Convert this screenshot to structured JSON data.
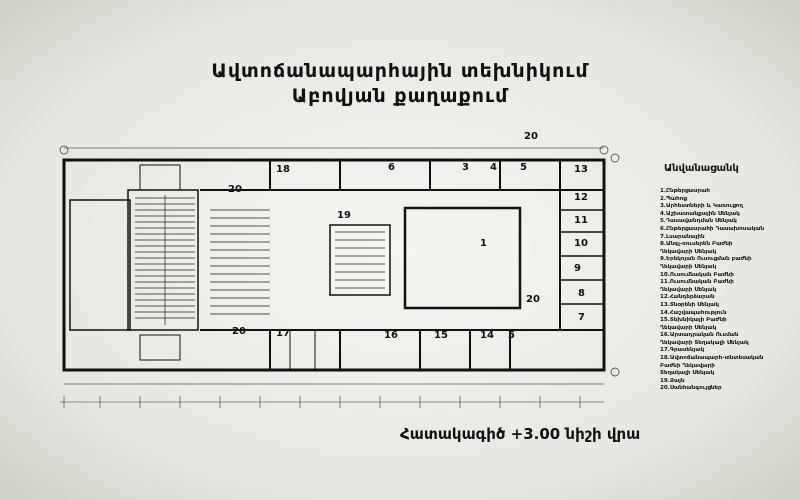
{
  "title_line1": "Ավտոճանապարհային տեխնիկում",
  "title_line2": "Աբովյան քաղաքում",
  "caption": "Հատակագիծ +3.00 նիշի վրա",
  "legend": {
    "title": "Անվանացանկ",
    "items": [
      "1.Ընթերցասրահ",
      "2.Պահոց",
      "3.Արհեստների և Կառուցող",
      "4.Աշխատանքային Սենյակ",
      "5.Դասավանդման Սենյակ",
      "6.Ընթերցասրահի Դասախոսական",
      "7.Լսարանային",
      "8.Անգլ-ռուսերեն Բաժնի\nՂեկավարի Սենյակ",
      "9.Երեկոյան Ուսուցման բաժնի\nՂեկավարի Սենյակ",
      "10.Ուսումնական Բաժնի",
      "11.Ուսումնական Բաժնի\nՂեկավարի Սենյակ",
      "12.Հանդերձարան",
      "13.Տնօրենի Սենյակ",
      "14.Հաշվապահություն",
      "15.Տեխնիկայի Բաժնի\nՂեկավարի Սենյակ",
      "16.Արտադրական Ուսման\nՂեկավարի Տեղակալի Սենյակ",
      "17.Գրասենյակ",
      "18.Ավտոճանապարհ-տնտեսական\nԲաժնի Ղեկավարի\nՏեղակալի Սենյակ",
      "19.Ձայն",
      "20.Սանհանգույցներ"
    ]
  },
  "room_labels": [
    "18",
    "6",
    "3",
    "4",
    "5",
    "13",
    "12",
    "11",
    "10",
    "9",
    "8",
    "7",
    "1",
    "19",
    "20",
    "20",
    "17",
    "16",
    "15",
    "14",
    "5",
    "20",
    "20"
  ]
}
